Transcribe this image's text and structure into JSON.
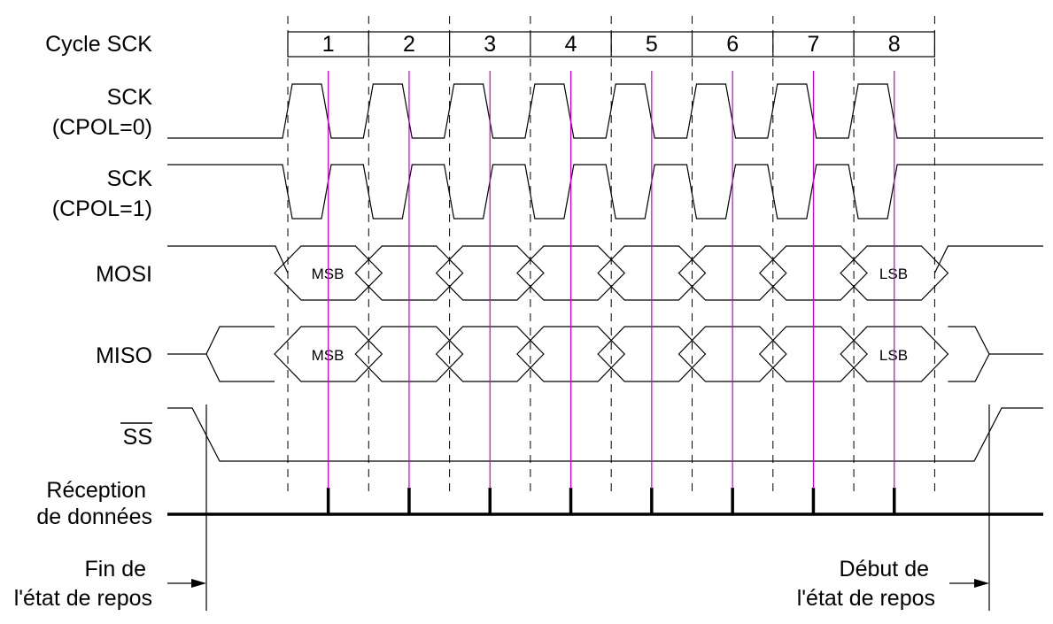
{
  "labels": {
    "cycle": "Cycle SCK",
    "sck0_line1": "SCK",
    "sck0_line2": "(CPOL=0)",
    "sck1_line1": "SCK",
    "sck1_line2": "(CPOL=1)",
    "mosi": "MOSI",
    "miso": "MISO",
    "ss": "SS",
    "rx_line1": "Réception",
    "rx_line2": "de données",
    "idle_end_line1": "Fin de",
    "idle_end_line2": "l'état de repos",
    "idle_start_line1": "Début de",
    "idle_start_line2": "l'état de repos"
  },
  "cycles": [
    "1",
    "2",
    "3",
    "4",
    "5",
    "6",
    "7",
    "8"
  ],
  "bits": {
    "msb": "MSB",
    "lsb": "LSB"
  },
  "colors": {
    "line": "#000000",
    "sample_marker": "#cc00cc"
  }
}
